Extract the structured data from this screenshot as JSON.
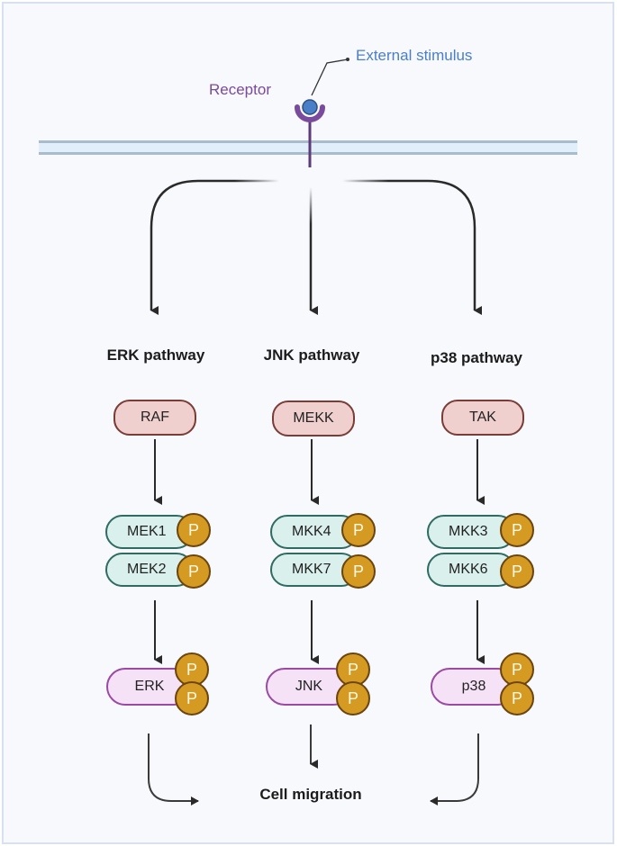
{
  "membrane": {
    "receptor_label": "Receptor",
    "stimulus_label": "External stimulus",
    "colors": {
      "receptor": "#7a4a9c",
      "ligand": "#4a7fc7",
      "membrane": "#a9bccb",
      "stimulus_text": "#4a7fc7"
    }
  },
  "pathways": [
    {
      "title": "ERK pathway",
      "mapkkk": "RAF",
      "mapkk": [
        "MEK1",
        "MEK2"
      ],
      "mapk": "ERK"
    },
    {
      "title": "JNK pathway",
      "mapkkk": "MEKK",
      "mapkk": [
        "MKK4",
        "MKK7"
      ],
      "mapk": "JNK"
    },
    {
      "title": "p38 pathway",
      "mapkkk": "TAK",
      "mapkk": [
        "MKK3",
        "MKK6"
      ],
      "mapk": "p38"
    }
  ],
  "phospho_label": "P",
  "outcome": "Cell migration"
}
